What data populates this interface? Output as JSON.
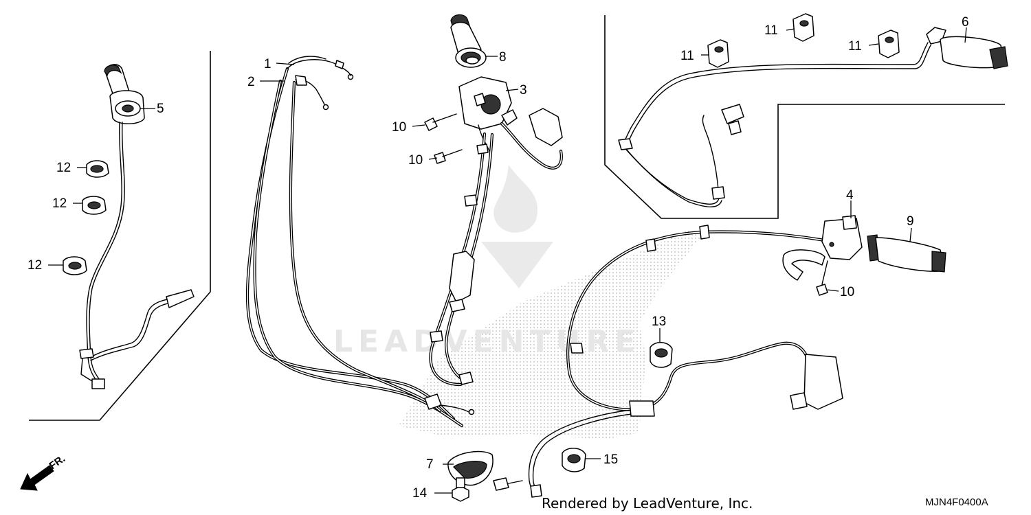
{
  "diagram": {
    "labels": {
      "l1": "1",
      "l2": "2",
      "l3": "3",
      "l4": "4",
      "l5": "5",
      "l6": "6",
      "l7": "7",
      "l8": "8",
      "l9": "9",
      "l10a": "10",
      "l10b": "10",
      "l10c": "10",
      "l11a": "11",
      "l11b": "11",
      "l11c": "11",
      "l12a": "12",
      "l12b": "12",
      "l12c": "12",
      "l13": "13",
      "l14": "14",
      "l15": "15"
    },
    "direction_label": "FR.",
    "watermark_text": "LEADVENTURE",
    "footer_credit": "Rendered by LeadVenture, Inc.",
    "diagram_code": "MJN4F0400A"
  }
}
